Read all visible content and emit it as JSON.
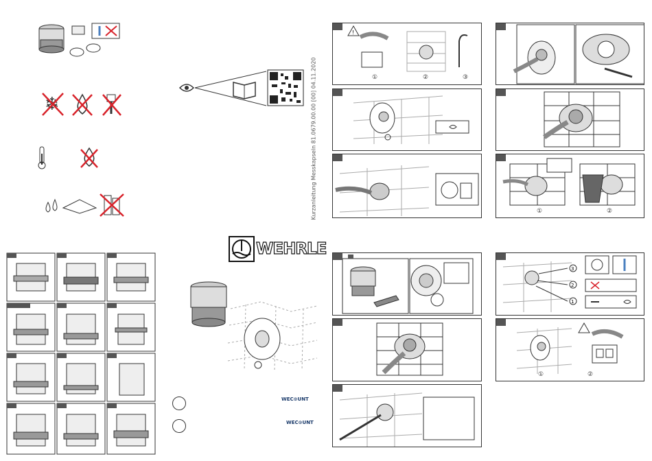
{
  "brand": {
    "logo_text": "WEHRLE",
    "wecount_1": "WEC⊙UNT",
    "wecount_2": "WEC⊙UNT"
  },
  "document": {
    "vertical_title": "Kurzanleitung Messkapseln 81.0679.00.00 [00] 04.11.2020"
  },
  "step_labels": {
    "s1": "①",
    "s2": "②",
    "s3": "③"
  },
  "colors": {
    "forbidden": "#d8222a",
    "line": "#333333",
    "tag": "#555555"
  },
  "icons": [
    "eye-icon",
    "book-icon",
    "qr-code-icon",
    "thermometer-icon",
    "snowflake-icon",
    "drop-icon",
    "tool-icon",
    "warning-icon"
  ]
}
